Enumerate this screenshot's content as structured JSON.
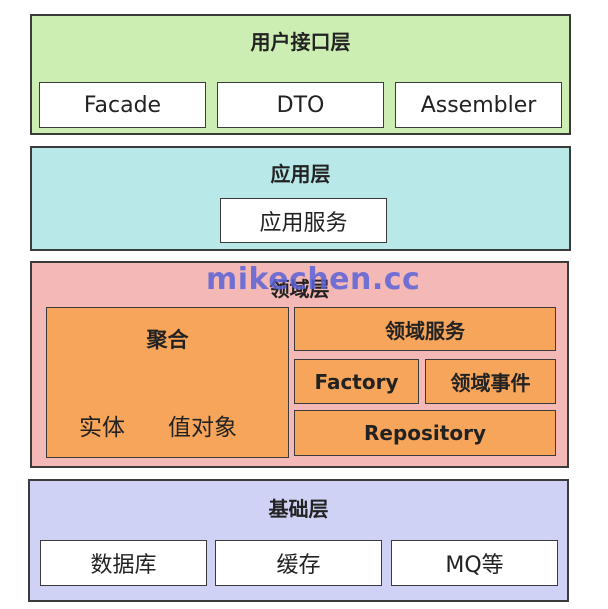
{
  "user_interface_layer": {
    "title": "用户接口层",
    "items": [
      "Facade",
      "DTO",
      "Assembler"
    ]
  },
  "application_layer": {
    "title": "应用层",
    "items": [
      "应用服务"
    ]
  },
  "domain_layer": {
    "title": "领域层",
    "aggregate": {
      "title": "聚合",
      "entity": "实体",
      "value_object": "值对象"
    },
    "domain_service": "领域服务",
    "factory": "Factory",
    "domain_event": "领域事件",
    "repository": "Repository"
  },
  "infrastructure_layer": {
    "title": "基础层",
    "items": [
      "数据库",
      "缓存",
      "MQ等"
    ]
  },
  "watermark": "mikechen.cc",
  "colors": {
    "user_interface_bg": "#cdeeb2",
    "application_bg": "#b8e9e8",
    "domain_bg": "#f4b8b6",
    "infrastructure_bg": "#cfd2f5",
    "component_orange": "#f7a55a",
    "watermark": "#5b63d8"
  }
}
